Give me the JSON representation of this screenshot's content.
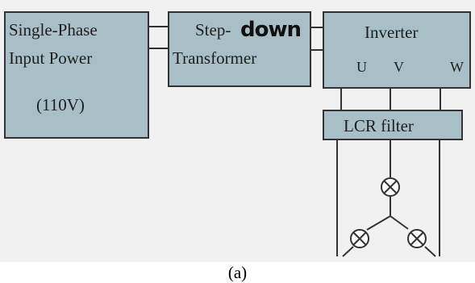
{
  "blocks": {
    "input_power": {
      "line1": "Single-Phase",
      "line2": "Input Power",
      "line3": "(110V)"
    },
    "transformer": {
      "line1_printed": "Step-",
      "line1_handwritten": "down",
      "line2": "Transformer"
    },
    "inverter": {
      "title": "Inverter",
      "phase_u": "U",
      "phase_v": "V",
      "phase_w": "W"
    },
    "filter": {
      "label": "LCR filter"
    }
  },
  "load": {
    "lamp_count": 3,
    "lamp_icon": "circle-cross-lamp"
  },
  "caption": "(a)",
  "colors": {
    "block_fill": "#a9bfc7",
    "outline": "#333333",
    "scan_background": "#f1f1f1"
  }
}
